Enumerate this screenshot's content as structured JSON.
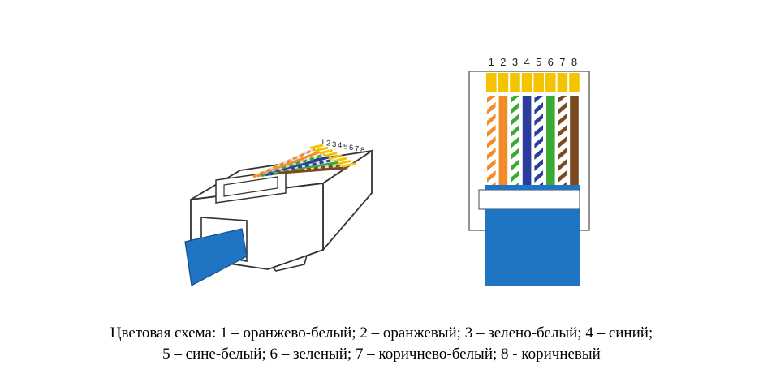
{
  "pin_numbers": [
    "1",
    "2",
    "3",
    "4",
    "5",
    "6",
    "7",
    "8"
  ],
  "wires": [
    {
      "pin": "1",
      "base": "#ffffff",
      "stripe": "#f28c28"
    },
    {
      "pin": "2",
      "base": "#f28c28",
      "stripe": null
    },
    {
      "pin": "3",
      "base": "#ffffff",
      "stripe": "#3aaa35"
    },
    {
      "pin": "4",
      "base": "#2a3c9e",
      "stripe": null
    },
    {
      "pin": "5",
      "base": "#ffffff",
      "stripe": "#2a3c9e"
    },
    {
      "pin": "6",
      "base": "#3aaa35",
      "stripe": null
    },
    {
      "pin": "7",
      "base": "#ffffff",
      "stripe": "#7a4a1e"
    },
    {
      "pin": "8",
      "base": "#7a4a1e",
      "stripe": null
    }
  ],
  "colors": {
    "contact": "#f5c400",
    "cable_jacket": "#1f74c4",
    "outline": "#333333"
  },
  "caption": {
    "line1": "Цветовая схема: 1 – оранжево-белый; 2 – оранжевый; 3 – зелено-белый; 4 – синий;",
    "line2": "5 – сине-белый; 6 – зеленый; 7 – коричнево-белый; 8 - коричневый"
  }
}
